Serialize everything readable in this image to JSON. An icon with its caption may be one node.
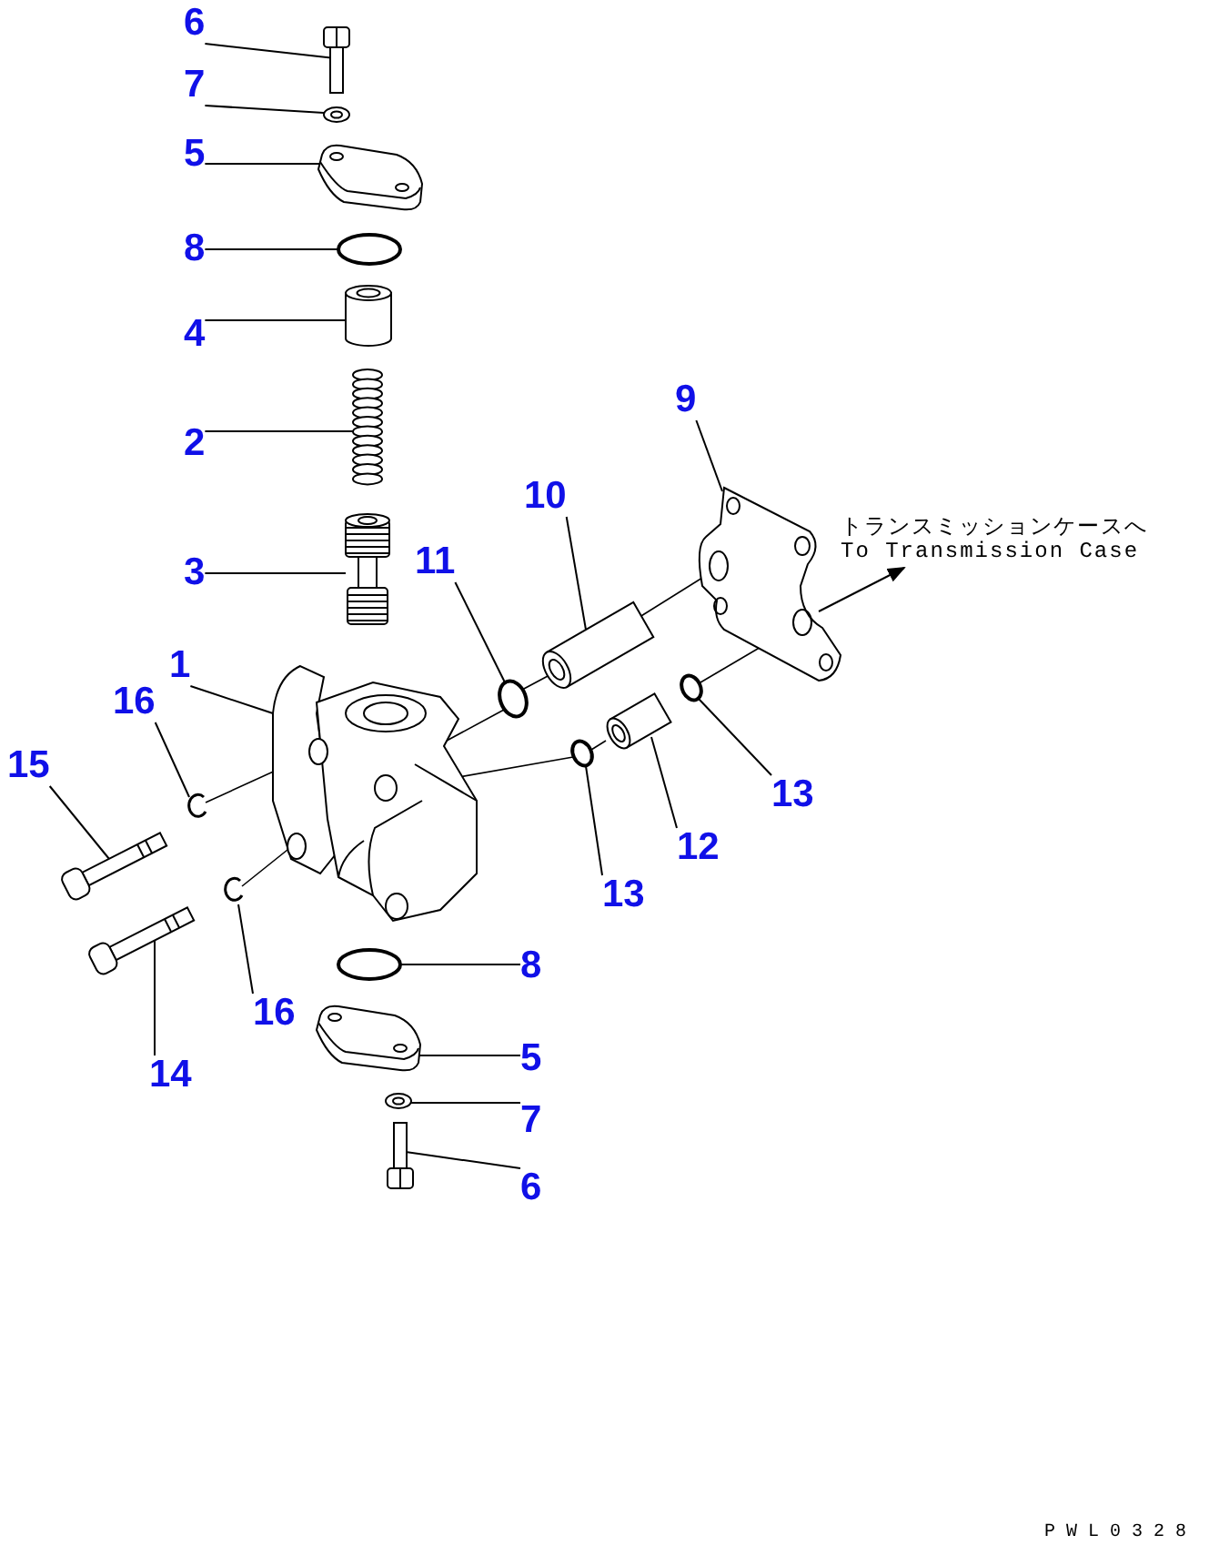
{
  "diagram": {
    "nodes": [
      {
        "text": [
          "6"
        ]
      },
      {
        "text": [],
        "shape": "picture"
      },
      {
        "text": [
          "7"
        ]
      },
      {
        "text": [],
        "shape": "picture"
      },
      {
        "text": [
          "5"
        ]
      },
      {
        "text": [],
        "shape": "picture"
      },
      {
        "text": [
          "8"
        ]
      },
      {
        "text": [],
        "shape": "circle"
      },
      {
        "text": [
          "4"
        ]
      },
      {
        "text": [],
        "shape": "cylinder"
      },
      {
        "text": [
          "2"
        ]
      },
      {
        "text": [],
        "shape": "picture"
      },
      {
        "text": [
          "9"
        ]
      },
      {
        "text": [],
        "shape": "picture"
      },
      {
        "text": [
          "10"
        ]
      },
      {
        "text": [],
        "shape": "picture"
      },
      {
        "text": [
          "3"
        ]
      },
      {
        "text": [],
        "shape": "picture"
      },
      {
        "text": [
          "11"
        ]
      },
      {
        "text": [],
        "shape": "circle"
      },
      {
        "text": [
          "1"
        ]
      },
      {
        "text": [],
        "shape": "picture"
      },
      {
        "text": [
          "16"
        ]
      },
      {
        "text": [],
        "shape": "picture"
      },
      {
        "text": [
          "15"
        ]
      },
      {
        "text": [],
        "shape": "picture"
      },
      {
        "text": [
          "13"
        ]
      },
      {
        "text": [],
        "shape": "circle"
      },
      {
        "text": [
          "12"
        ]
      },
      {
        "text": [],
        "shape": "picture"
      },
      {
        "text": [
          "13"
        ]
      },
      {
        "text": [],
        "shape": "circle"
      },
      {
        "text": [
          "8"
        ]
      },
      {
        "text": [],
        "shape": "picture"
      },
      {
        "text": [
          "16"
        ]
      },
      {
        "text": [],
        "shape": "picture"
      },
      {
        "text": [
          "5"
        ]
      },
      {
        "text": [],
        "shape": "picture"
      },
      {
        "text": [
          "14"
        ]
      },
      {
        "text": [],
        "shape": "picture"
      },
      {
        "text": [
          "7"
        ]
      },
      {
        "text": [],
        "shape": "picture"
      },
      {
        "text": [
          "6"
        ]
      },
      {
        "text": [],
        "shape": "picture"
      }
    ],
    "edges": [
      {
        "from": 0,
        "to": 1,
        "arrow": "none"
      },
      {
        "from": 2,
        "to": 3,
        "arrow": "none"
      },
      {
        "from": 4,
        "to": 5,
        "arrow": "none"
      },
      {
        "from": 6,
        "to": 7,
        "arrow": "none"
      },
      {
        "from": 8,
        "to": 9,
        "arrow": "none"
      },
      {
        "from": 10,
        "to": 11,
        "arrow": "none"
      },
      {
        "from": 12,
        "to": 13,
        "arrow": "none"
      },
      {
        "from": 14,
        "to": 15,
        "arrow": "none"
      },
      {
        "from": 16,
        "to": 17,
        "arrow": "none"
      },
      {
        "from": 18,
        "to": 19,
        "arrow": "none"
      },
      {
        "from": 20,
        "to": 21,
        "arrow": "none"
      },
      {
        "from": 22,
        "to": 23,
        "arrow": "none"
      },
      {
        "from": 24,
        "to": 25,
        "arrow": "none"
      },
      {
        "from": 26,
        "to": 27,
        "arrow": "none"
      },
      {
        "from": 28,
        "to": 29,
        "arrow": "none"
      },
      {
        "from": 30,
        "to": 31,
        "arrow": "none"
      },
      {
        "from": 32,
        "to": 33,
        "arrow": "none"
      },
      {
        "from": 34,
        "to": 35,
        "arrow": "none"
      },
      {
        "from": 36,
        "to": 37,
        "arrow": "none"
      },
      {
        "from": 38,
        "to": 39,
        "arrow": "none"
      },
      {
        "from": 40,
        "to": 41,
        "arrow": "none"
      },
      {
        "from": 42,
        "to": 43,
        "arrow": "none"
      },
      {
        "from": 21,
        "to": 19,
        "arrow": "none"
      },
      {
        "from": 19,
        "to": 15,
        "arrow": "none"
      },
      {
        "from": 15,
        "to": 13,
        "arrow": "none"
      },
      {
        "from": 21,
        "to": 31,
        "arrow": "none"
      },
      {
        "from": 31,
        "to": 29,
        "arrow": "none"
      },
      {
        "from": 27,
        "to": 13,
        "arrow": "none"
      },
      {
        "from": 23,
        "to": 21,
        "arrow": "none"
      },
      {
        "from": 35,
        "to": 21,
        "arrow": "none"
      }
    ],
    "labels": [
      "トランスミッションケースへ",
      "To Transmission Case",
      "PWL0328"
    ]
  }
}
